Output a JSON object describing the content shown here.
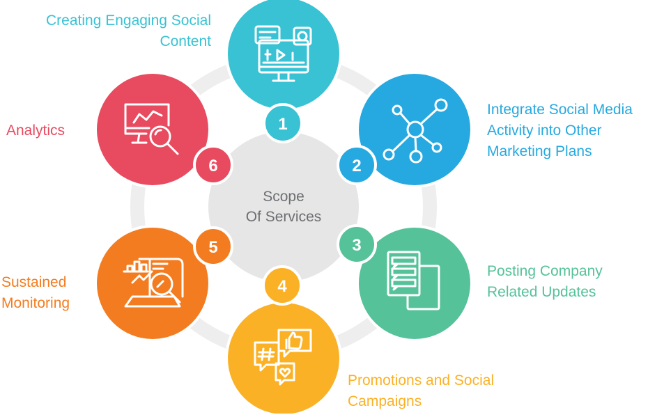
{
  "center": {
    "line1": "Scope",
    "line2": "Of Services"
  },
  "services": [
    {
      "number": "1",
      "line1": "Creating Engaging Social",
      "line2": "Content",
      "line3": "",
      "color": "#38c2d3",
      "icon": "content-monitor-icon"
    },
    {
      "number": "2",
      "line1": "Integrate Social Media",
      "line2": "Activity into Other",
      "line3": "Marketing Plans",
      "color": "#26a9e0",
      "icon": "network-hub-icon"
    },
    {
      "number": "3",
      "line1": "Posting Company",
      "line2": "Related Updates",
      "line3": "",
      "color": "#55c29a",
      "icon": "document-list-icon"
    },
    {
      "number": "4",
      "line1": "Promotions and Social",
      "line2": "Campaigns",
      "line3": "",
      "color": "#fbb126",
      "icon": "chat-bubbles-icon"
    },
    {
      "number": "5",
      "line1": "Sustained",
      "line2": "Monitoring",
      "line3": "",
      "color": "#f47c20",
      "icon": "chart-magnifier-icon"
    },
    {
      "number": "6",
      "line1": "Analytics",
      "line2": "",
      "line3": "",
      "color": "#e84a5f",
      "icon": "analytics-monitor-icon"
    }
  ],
  "colors": {
    "ring": "#eeeeee",
    "center": "#e6e6e6",
    "center_text": "#6d6e71"
  }
}
